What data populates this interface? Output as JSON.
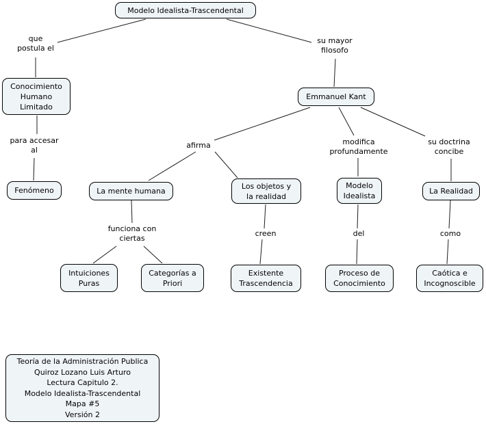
{
  "diagram": {
    "nodes": {
      "root": {
        "label": "Modelo Idealista-Trascendental"
      },
      "conocimiento": {
        "label": "Conocimiento\nHumano\nLimitado"
      },
      "kant": {
        "label": "Emmanuel Kant"
      },
      "fenomeno": {
        "label": "Fenómeno"
      },
      "mente": {
        "label": "La mente humana"
      },
      "objetos": {
        "label": "Los objetos y\nla realidad"
      },
      "modelo_idealista": {
        "label": "Modelo\nIdealista"
      },
      "realidad": {
        "label": "La Realidad"
      },
      "intuiciones": {
        "label": "Intuiciones\nPuras"
      },
      "categorias": {
        "label": "Categorías a\nPriori"
      },
      "existente": {
        "label": "Existente\nTrascendencia"
      },
      "proceso": {
        "label": "Proceso de\nConocimiento"
      },
      "caotica": {
        "label": "Caótica e\nIncognoscible"
      }
    },
    "edge_labels": {
      "que_postula": "que\npostula el",
      "su_mayor": "su mayor\nfilosofo",
      "para_accesar": "para accesar\nal",
      "afirma": "afirma",
      "modifica": "modifica\nprofundamente",
      "su_doctrina": "su doctrina\nconcibe",
      "funciona": "funciona con\nciertas",
      "creen": "creen",
      "del": "del",
      "como": "como"
    },
    "legend": {
      "text": "Teoría de la Administración Publica\nQuiroz Lozano Luis Arturo\nLectura Capitulo 2.\nModelo Idealista-Trascendental\nMapa #5\nVersión 2"
    },
    "colors": {
      "node_fill": "#eff4f7",
      "node_border": "#000000",
      "connector": "#1c1c1c",
      "background": "#ffffff",
      "text": "#000000"
    }
  }
}
